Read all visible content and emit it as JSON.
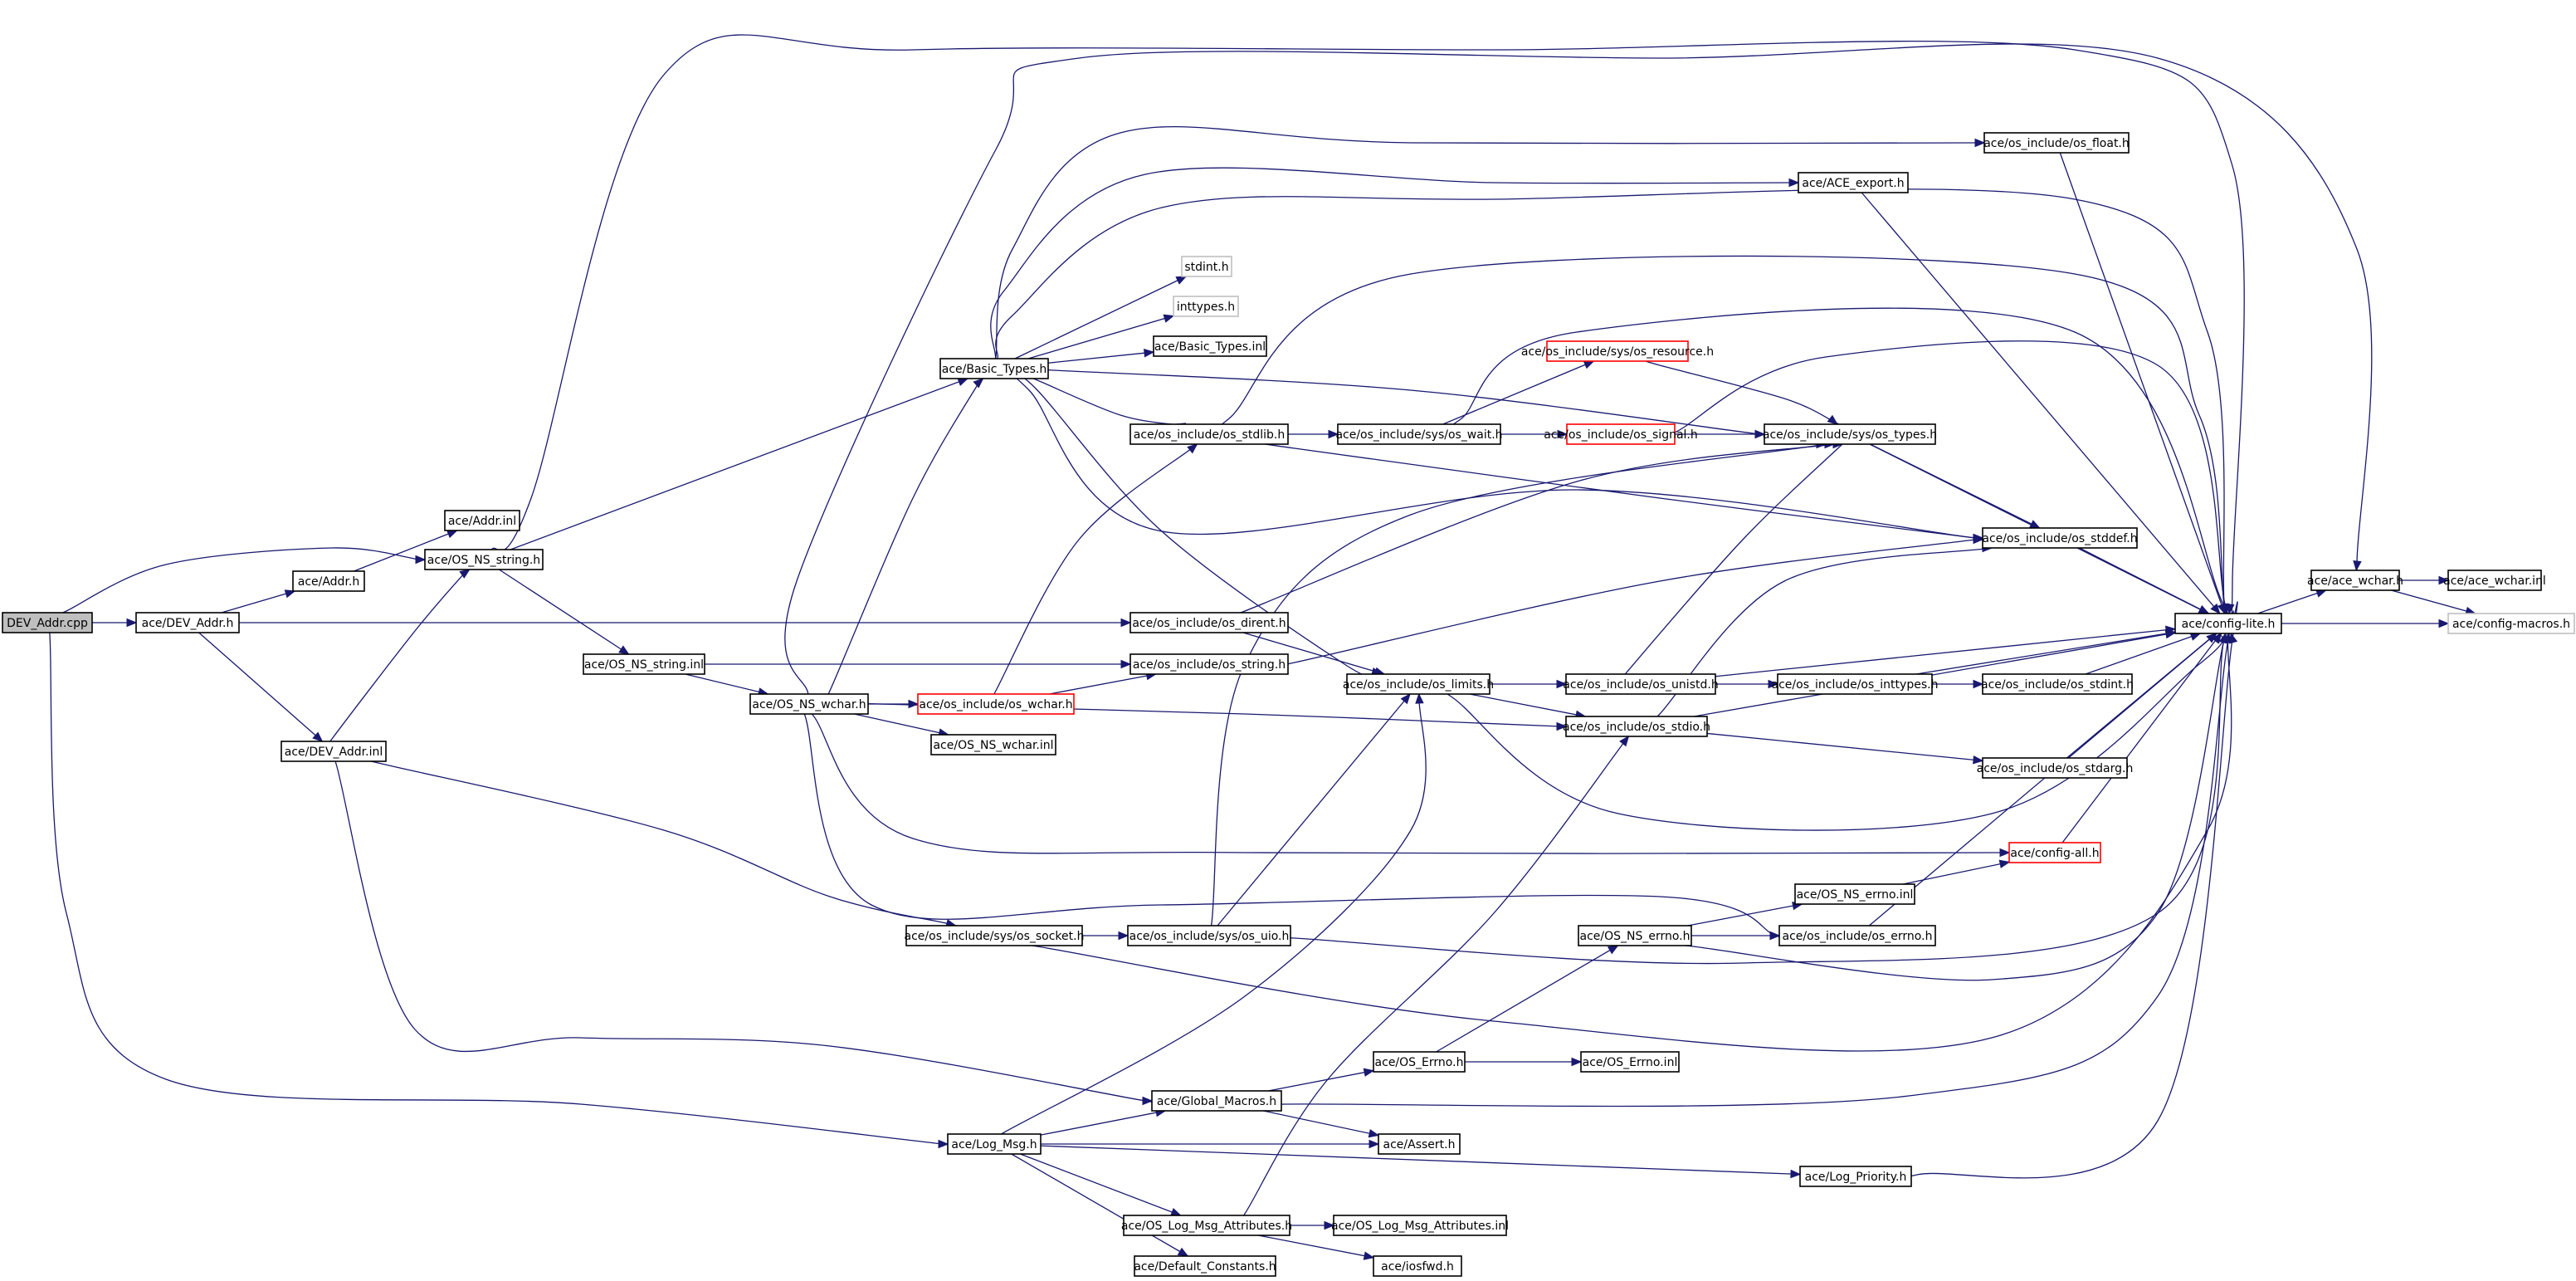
{
  "graph": {
    "nodes": [
      {
        "id": "n0",
        "label": "DEV_Addr.cpp",
        "style": "root"
      },
      {
        "id": "n1",
        "label": "ace/OS_NS_string.h",
        "style": "normal"
      },
      {
        "id": "n2",
        "label": "ace/DEV_Addr.h",
        "style": "normal"
      },
      {
        "id": "n3",
        "label": "ace/DEV_Addr.inl",
        "style": "normal"
      },
      {
        "id": "n4",
        "label": "ace/Log_Msg.h",
        "style": "normal"
      },
      {
        "id": "n5",
        "label": "ace/Addr.inl",
        "style": "normal"
      },
      {
        "id": "n6",
        "label": "ace/Addr.h",
        "style": "normal"
      },
      {
        "id": "n7",
        "label": "ace/OS_NS_string.inl",
        "style": "normal"
      },
      {
        "id": "n8",
        "label": "ace/OS_NS_wchar.h",
        "style": "normal"
      },
      {
        "id": "n9",
        "label": "ace/Basic_Types.h",
        "style": "normal"
      },
      {
        "id": "n10",
        "label": "stdint.h",
        "style": "grey"
      },
      {
        "id": "n11",
        "label": "inttypes.h",
        "style": "grey"
      },
      {
        "id": "n12",
        "label": "ace/Basic_Types.inl",
        "style": "normal"
      },
      {
        "id": "n13",
        "label": "ace/os_include/os_stdlib.h",
        "style": "normal"
      },
      {
        "id": "n14",
        "label": "ace/os_include/os_dirent.h",
        "style": "normal"
      },
      {
        "id": "n15",
        "label": "ace/os_include/os_string.h",
        "style": "normal"
      },
      {
        "id": "n16",
        "label": "ace/os_include/os_wchar.h",
        "style": "red"
      },
      {
        "id": "n17",
        "label": "ace/OS_NS_wchar.inl",
        "style": "normal"
      },
      {
        "id": "n18",
        "label": "ace/os_include/sys/os_socket.h",
        "style": "normal"
      },
      {
        "id": "n19",
        "label": "ace/os_include/sys/os_uio.h",
        "style": "normal"
      },
      {
        "id": "n20",
        "label": "ace/Global_Macros.h",
        "style": "normal"
      },
      {
        "id": "n21",
        "label": "ace/OS_Log_Msg_Attributes.h",
        "style": "normal"
      },
      {
        "id": "n22",
        "label": "ace/Default_Constants.h",
        "style": "normal"
      },
      {
        "id": "n23",
        "label": "ace/os_include/sys/os_wait.h",
        "style": "normal"
      },
      {
        "id": "n24",
        "label": "ace/os_include/sys/os_resource.h",
        "style": "red"
      },
      {
        "id": "n25",
        "label": "ace/os_include/os_signal.h",
        "style": "red"
      },
      {
        "id": "n26",
        "label": "ace/os_include/os_limits.h",
        "style": "normal"
      },
      {
        "id": "n27",
        "label": "ace/os_include/os_unistd.h",
        "style": "normal"
      },
      {
        "id": "n28",
        "label": "ace/os_include/os_stdio.h",
        "style": "normal"
      },
      {
        "id": "n29",
        "label": "ace/os_include/os_inttypes.h",
        "style": "normal"
      },
      {
        "id": "n30",
        "label": "ace/OS_NS_errno.h",
        "style": "normal"
      },
      {
        "id": "n31",
        "label": "ace/OS_NS_errno.inl",
        "style": "normal"
      },
      {
        "id": "n32",
        "label": "ace/os_include/os_errno.h",
        "style": "normal"
      },
      {
        "id": "n33",
        "label": "ace/OS_Errno.h",
        "style": "normal"
      },
      {
        "id": "n34",
        "label": "ace/OS_Errno.inl",
        "style": "normal"
      },
      {
        "id": "n35",
        "label": "ace/Assert.h",
        "style": "normal"
      },
      {
        "id": "n36",
        "label": "ace/Log_Priority.h",
        "style": "normal"
      },
      {
        "id": "n37",
        "label": "ace/OS_Log_Msg_Attributes.inl",
        "style": "normal"
      },
      {
        "id": "n38",
        "label": "ace/iosfwd.h",
        "style": "normal"
      },
      {
        "id": "n39",
        "label": "ace/os_include/os_float.h",
        "style": "normal"
      },
      {
        "id": "n40",
        "label": "ace/ACE_export.h",
        "style": "normal"
      },
      {
        "id": "n41",
        "label": "ace/os_include/sys/os_types.h",
        "style": "normal"
      },
      {
        "id": "n42",
        "label": "ace/os_include/os_stddef.h",
        "style": "normal"
      },
      {
        "id": "n43",
        "label": "ace/os_include/os_stdint.h",
        "style": "normal"
      },
      {
        "id": "n44",
        "label": "ace/os_include/os_stdarg.h",
        "style": "normal"
      },
      {
        "id": "n45",
        "label": "ace/config-all.h",
        "style": "red"
      },
      {
        "id": "n46",
        "label": "ace/config-lite.h",
        "style": "normal"
      },
      {
        "id": "n47",
        "label": "ace/ace_wchar.h",
        "style": "normal"
      },
      {
        "id": "n48",
        "label": "ace/ace_wchar.inl",
        "style": "normal"
      },
      {
        "id": "n49",
        "label": "ace/config-macros.h",
        "style": "grey"
      }
    ],
    "edges": [
      [
        "n0",
        "n1"
      ],
      [
        "n0",
        "n2"
      ],
      [
        "n0",
        "n4"
      ],
      [
        "n2",
        "n6"
      ],
      [
        "n2",
        "n3"
      ],
      [
        "n2",
        "n14"
      ],
      [
        "n6",
        "n5"
      ],
      [
        "n3",
        "n1"
      ],
      [
        "n3",
        "n18"
      ],
      [
        "n3",
        "n20"
      ],
      [
        "n1",
        "n9"
      ],
      [
        "n1",
        "n7"
      ],
      [
        "n1",
        "n46"
      ],
      [
        "n7",
        "n8"
      ],
      [
        "n7",
        "n15"
      ],
      [
        "n8",
        "n9"
      ],
      [
        "n8",
        "n16"
      ],
      [
        "n8",
        "n17"
      ],
      [
        "n8",
        "n28"
      ],
      [
        "n8",
        "n45"
      ],
      [
        "n8",
        "n32"
      ],
      [
        "n8",
        "n47"
      ],
      [
        "n16",
        "n13"
      ],
      [
        "n16",
        "n15"
      ],
      [
        "n9",
        "n10"
      ],
      [
        "n9",
        "n11"
      ],
      [
        "n9",
        "n12"
      ],
      [
        "n9",
        "n13"
      ],
      [
        "n9",
        "n39"
      ],
      [
        "n9",
        "n40"
      ],
      [
        "n9",
        "n41"
      ],
      [
        "n9",
        "n42"
      ],
      [
        "n9",
        "n26"
      ],
      [
        "n9",
        "n46"
      ],
      [
        "n13",
        "n23"
      ],
      [
        "n13",
        "n42"
      ],
      [
        "n13",
        "n46"
      ],
      [
        "n23",
        "n25"
      ],
      [
        "n23",
        "n24"
      ],
      [
        "n23",
        "n46"
      ],
      [
        "n24",
        "n41"
      ],
      [
        "n25",
        "n41"
      ],
      [
        "n25",
        "n46"
      ],
      [
        "n14",
        "n26"
      ],
      [
        "n14",
        "n41"
      ],
      [
        "n15",
        "n42"
      ],
      [
        "n26",
        "n27"
      ],
      [
        "n26",
        "n28"
      ],
      [
        "n26",
        "n46"
      ],
      [
        "n27",
        "n29"
      ],
      [
        "n27",
        "n41"
      ],
      [
        "n27",
        "n46"
      ],
      [
        "n29",
        "n43"
      ],
      [
        "n29",
        "n46"
      ],
      [
        "n43",
        "n46"
      ],
      [
        "n28",
        "n44"
      ],
      [
        "n28",
        "n42"
      ],
      [
        "n28",
        "n46"
      ],
      [
        "n44",
        "n46"
      ],
      [
        "n18",
        "n19"
      ],
      [
        "n18",
        "n46"
      ],
      [
        "n19",
        "n26"
      ],
      [
        "n19",
        "n41"
      ],
      [
        "n19",
        "n46"
      ],
      [
        "n30",
        "n31"
      ],
      [
        "n30",
        "n32"
      ],
      [
        "n30",
        "n46"
      ],
      [
        "n31",
        "n45"
      ],
      [
        "n32",
        "n46"
      ],
      [
        "n4",
        "n20"
      ],
      [
        "n4",
        "n35"
      ],
      [
        "n4",
        "n36"
      ],
      [
        "n4",
        "n21"
      ],
      [
        "n4",
        "n22"
      ],
      [
        "n4",
        "n26"
      ],
      [
        "n20",
        "n33"
      ],
      [
        "n20",
        "n35"
      ],
      [
        "n20",
        "n46"
      ],
      [
        "n33",
        "n34"
      ],
      [
        "n33",
        "n30"
      ],
      [
        "n21",
        "n37"
      ],
      [
        "n21",
        "n38"
      ],
      [
        "n21",
        "n28"
      ],
      [
        "n36",
        "n46"
      ],
      [
        "n39",
        "n46"
      ],
      [
        "n40",
        "n46"
      ],
      [
        "n41",
        "n42"
      ],
      [
        "n41",
        "n46"
      ],
      [
        "n42",
        "n46"
      ],
      [
        "n45",
        "n46"
      ],
      [
        "n46",
        "n47"
      ],
      [
        "n46",
        "n49"
      ],
      [
        "n47",
        "n48"
      ],
      [
        "n47",
        "n49"
      ]
    ]
  }
}
